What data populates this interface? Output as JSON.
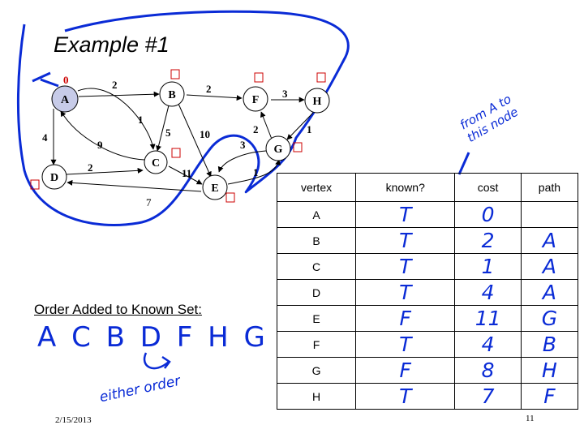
{
  "slide": {
    "title": "Example #1",
    "date": "2/15/2013",
    "page_number": "11"
  },
  "graph": {
    "nodes": [
      "A",
      "B",
      "C",
      "D",
      "E",
      "F",
      "G",
      "H"
    ],
    "start_label": "0",
    "edge_weights": {
      "a_b": "2",
      "b_f": "2",
      "f_h": "3",
      "a_d": "4",
      "a_c": "1",
      "c_a": "9",
      "b_c": "5",
      "b_e": "10",
      "g_f": "2",
      "h_g": "1",
      "g_e": "3",
      "d_c": "2",
      "c_e": "11",
      "e_g": "1",
      "e_d": "7"
    }
  },
  "table": {
    "headers": [
      "vertex",
      "known?",
      "cost",
      "path"
    ],
    "rows": [
      {
        "vertex": "A",
        "known": "T",
        "cost": "0",
        "path": ""
      },
      {
        "vertex": "B",
        "known": "T",
        "cost": "2",
        "path": "A"
      },
      {
        "vertex": "C",
        "known": "T",
        "cost": "1",
        "path": "A"
      },
      {
        "vertex": "D",
        "known": "T",
        "cost": "4",
        "path": "A"
      },
      {
        "vertex": "E",
        "known": "F",
        "cost": "11",
        "path": "G"
      },
      {
        "vertex": "F",
        "known": "T",
        "cost": "4",
        "path": "B"
      },
      {
        "vertex": "G",
        "known": "F",
        "cost": "8",
        "path": "H"
      },
      {
        "vertex": "H",
        "known": "T",
        "cost": "7",
        "path": "F"
      }
    ]
  },
  "order": {
    "title": "Order Added to Known Set:",
    "sequence": "A C B D F H G",
    "note": "either order"
  },
  "annotation": {
    "line1": "from A to",
    "line2": "this node"
  },
  "colors": {
    "ink": "#0a2bd6",
    "marker": "#cc0000",
    "start_node": "#c7cbe8"
  }
}
